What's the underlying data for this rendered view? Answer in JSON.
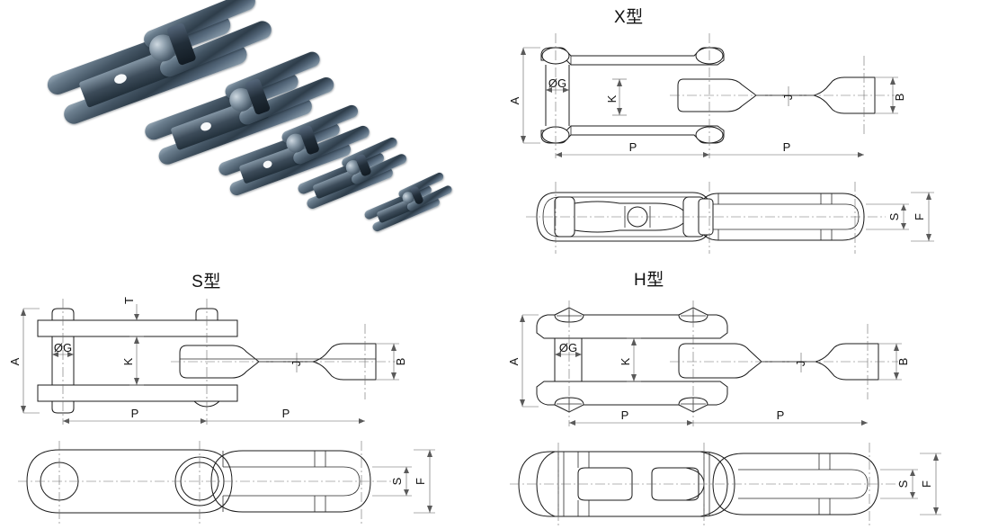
{
  "document": {
    "kind": "technical-drawing",
    "subject": "forged-chain-link-types",
    "background_color": "#ffffff"
  },
  "panels": {
    "photo": {
      "name": "chain-link-photograph",
      "caption": "",
      "link_count": 5,
      "metal_colors": {
        "highlight": "#cfd9e1",
        "midtone": "#6d8090",
        "shadow": "#22303b",
        "accent": "#445564"
      }
    },
    "x_type": {
      "title": "X型",
      "views": [
        "top-view",
        "side-view"
      ],
      "dimensions": {
        "A": "A",
        "B": "B",
        "G": "ØG",
        "J": "J",
        "K": "K",
        "P1": "P",
        "P2": "P",
        "S": "S",
        "F": "F"
      }
    },
    "s_type": {
      "title": "S型",
      "views": [
        "top-view",
        "side-view"
      ],
      "dimensions": {
        "A": "A",
        "B": "B",
        "G": "ØG",
        "J": "J",
        "K": "K",
        "T": "T",
        "P1": "P",
        "P2": "P",
        "S": "S",
        "F": "F"
      }
    },
    "h_type": {
      "title": "H型",
      "views": [
        "top-view",
        "side-view"
      ],
      "dimensions": {
        "A": "A",
        "B": "B",
        "G": "ØG",
        "J": "J",
        "K": "K",
        "P1": "P",
        "P2": "P",
        "S": "S",
        "F": "F"
      }
    }
  },
  "style": {
    "line_color": "#1b1b1b",
    "dimension_line_color": "#5a5a5a",
    "center_line_color": "#6d6d6d",
    "text_color": "#111111"
  }
}
